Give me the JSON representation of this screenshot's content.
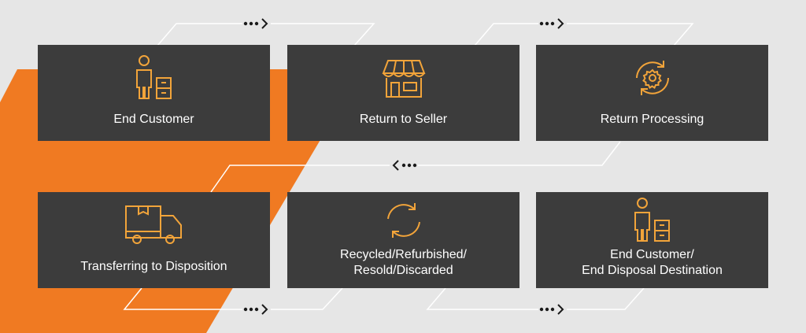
{
  "colors": {
    "accent": "#f07a22",
    "box": "#3c3c3c",
    "background": "#e6e6e6",
    "line": "#ffffff"
  },
  "steps": [
    {
      "label": "End Customer",
      "icon": "person-with-boxes-icon"
    },
    {
      "label": "Return to Seller",
      "icon": "storefront-icon"
    },
    {
      "label": "Return Processing",
      "icon": "gear-cycle-icon"
    },
    {
      "label": "Transferring to Disposition",
      "icon": "delivery-truck-icon"
    },
    {
      "label_line1": "Recycled/Refurbished/",
      "label_line2": "Resold/Discarded",
      "icon": "recycle-arrows-icon"
    },
    {
      "label_line1": "End Customer/",
      "label_line2": "End Disposal Destination",
      "icon": "person-with-boxes-icon"
    }
  ]
}
